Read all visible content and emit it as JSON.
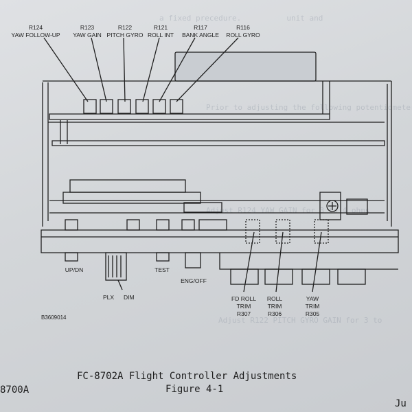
{
  "figure": {
    "callouts_top": [
      {
        "ref": "R124",
        "name": "YAW FOLLOW-UP"
      },
      {
        "ref": "R123",
        "name": "YAW GAIN"
      },
      {
        "ref": "R122",
        "name": "PITCH GYRO"
      },
      {
        "ref": "R121",
        "name": "ROLL INT"
      },
      {
        "ref": "R117",
        "name": "BANK ANGLE"
      },
      {
        "ref": "R116",
        "name": "ROLL GYRO"
      }
    ],
    "front_labels": {
      "up_dn": "UP/DN",
      "test": "TEST",
      "eng_off": "ENG/OFF",
      "plx": "PLX",
      "dim": "DIM"
    },
    "trim_labels": [
      {
        "line1": "FD ROLL",
        "line2": "TRIM",
        "line3": "R307"
      },
      {
        "line1": "ROLL",
        "line2": "TRIM",
        "line3": "R306"
      },
      {
        "line1": "YAW",
        "line2": "TRIM",
        "line3": "R305"
      }
    ],
    "drawing_number": "B3609014"
  },
  "caption": {
    "title": "FC-8702A Flight Controller Adjustments",
    "figure_number": "Figure 4-1"
  },
  "footer": {
    "left": "8700A",
    "right": "Ju"
  }
}
